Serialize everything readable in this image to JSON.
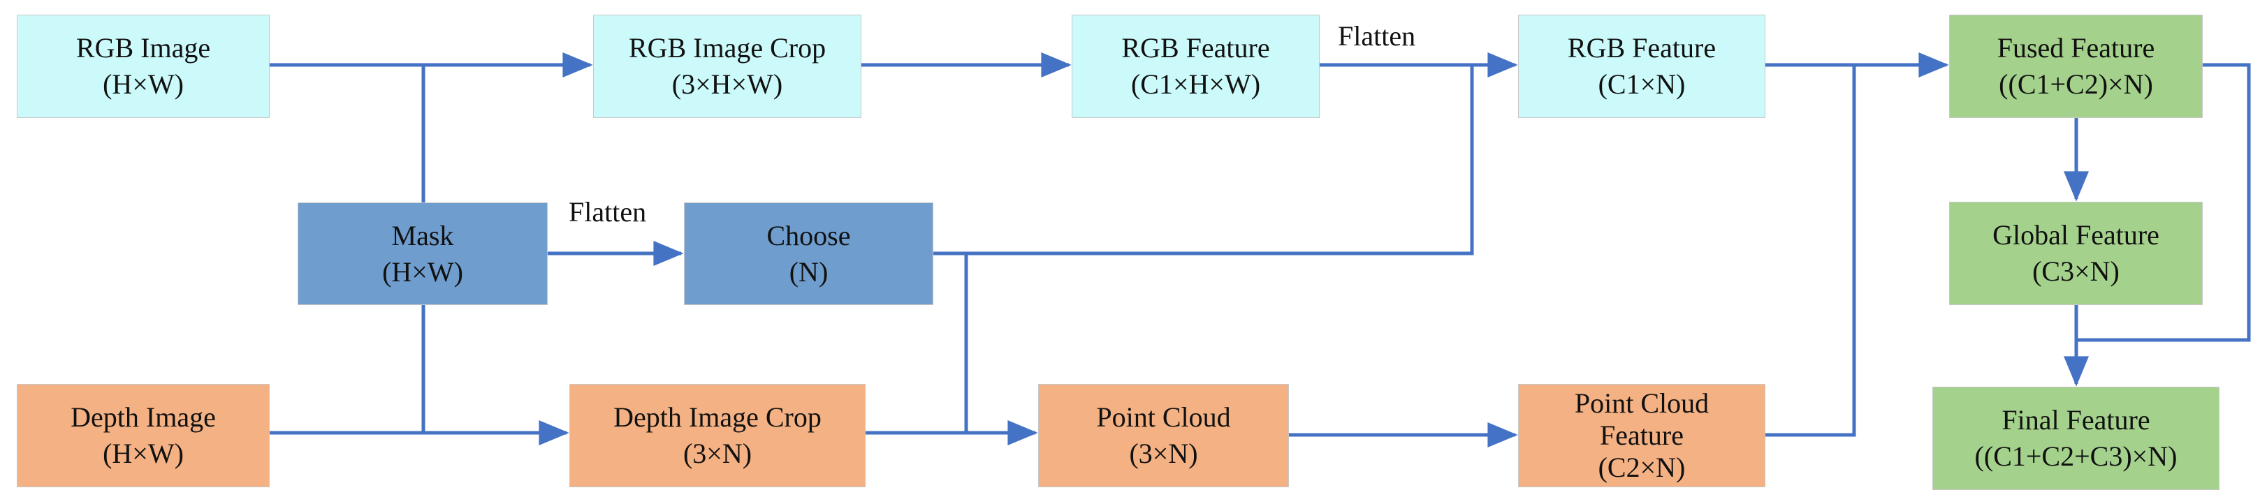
{
  "nodes": {
    "rgb_image": {
      "line1": "RGB Image",
      "line2": "(H×W)"
    },
    "rgb_image_crop": {
      "line1": "RGB Image Crop",
      "line2": "(3×H×W)"
    },
    "rgb_feature_chw": {
      "line1": "RGB Feature",
      "line2": "(C1×H×W)"
    },
    "rgb_feature_cn": {
      "line1": "RGB Feature",
      "line2": "(C1×N)"
    },
    "fused_feature": {
      "line1": "Fused Feature",
      "line2": "((C1+C2)×N)"
    },
    "mask": {
      "line1": "Mask",
      "line2": "(H×W)"
    },
    "choose": {
      "line1": "Choose",
      "line2": "(N)"
    },
    "global_feature": {
      "line1": "Global Feature",
      "line2": "(C3×N)"
    },
    "depth_image": {
      "line1": "Depth Image",
      "line2": "(H×W)"
    },
    "depth_image_crop": {
      "line1": "Depth Image Crop",
      "line2": "(3×N)"
    },
    "point_cloud": {
      "line1": "Point Cloud",
      "line2": "(3×N)"
    },
    "point_cloud_feature": {
      "line1": "Point Cloud",
      "line2": "Feature",
      "line3": "(C2×N)"
    },
    "final_feature": {
      "line1": "Final Feature",
      "line2": "((C1+C2+C3)×N)"
    }
  },
  "edge_labels": {
    "flatten_rgb": "Flatten",
    "flatten_mask": "Flatten"
  },
  "colors": {
    "arrow": "#4472c4",
    "cyan_box": "#ccfafa",
    "blue_box": "#6f9dce",
    "orange_box": "#f4b183",
    "green_box": "#a4d18c"
  }
}
